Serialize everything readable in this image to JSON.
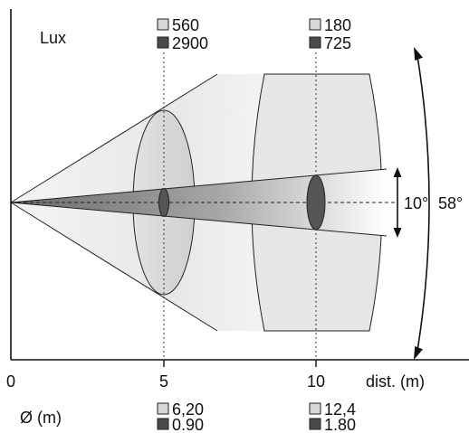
{
  "header": {
    "unit_label": "Lux"
  },
  "x_axis": {
    "label": "dist. (m)",
    "ticks": [
      "0",
      "5",
      "10"
    ]
  },
  "diameter": {
    "label": "Ø (m)"
  },
  "beams": {
    "wide_angle": "58°",
    "narrow_angle": "10°"
  },
  "stations": [
    {
      "distance": "5",
      "lux_wide": "560",
      "lux_narrow": "2900",
      "diameter_wide": "6,20",
      "diameter_narrow": "0.90"
    },
    {
      "distance": "10",
      "lux_wide": "180",
      "lux_narrow": "725",
      "diameter_wide": "12,4",
      "diameter_narrow": "1.80"
    }
  ],
  "colors": {
    "wide_swatch": "#d7d7d7",
    "narrow_swatch": "#4a4a4a",
    "axis": "#111111"
  }
}
